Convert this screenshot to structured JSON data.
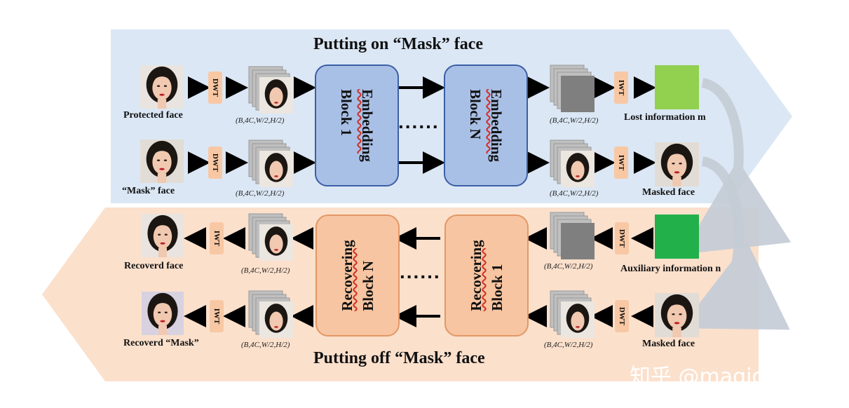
{
  "top": {
    "title": "Putting on “Mask” face",
    "protected_face": "Protected face",
    "mask_face": "“Mask” face",
    "lost_info": "Lost information m",
    "masked_face": "Masked face",
    "block1_line1": "Embedding",
    "block1_line2": "Block 1",
    "blockN_line1": "Embedding",
    "blockN_line2": "Block N",
    "op": "DWT",
    "inv_op": "IWT",
    "dim": "(B,4C,W/2,H/2)",
    "dots": "......"
  },
  "bottom": {
    "title": "Putting off “Mask” face",
    "recovered_face": "Recoverd face",
    "recovered_mask": "Recoverd “Mask”",
    "aux_info": "Auxiliary information  n",
    "masked_face": "Masked face",
    "blockN_line1": "Recovering",
    "blockN_line2": "Block N",
    "block1_line1": "Recovering",
    "block1_line2": "Block 1",
    "op": "DWT",
    "inv_op": "IWT",
    "dim": "(B,4C,W/2,H/2)",
    "dots": "......"
  },
  "watermark": "知乎 @magic Mei",
  "colors": {
    "top_band": "#dbe7f4",
    "bottom_band": "#fbe0cc",
    "lost_info_square": "#92d050",
    "aux_info_square": "#22b04b",
    "gray_square": "#7f7f7f"
  }
}
